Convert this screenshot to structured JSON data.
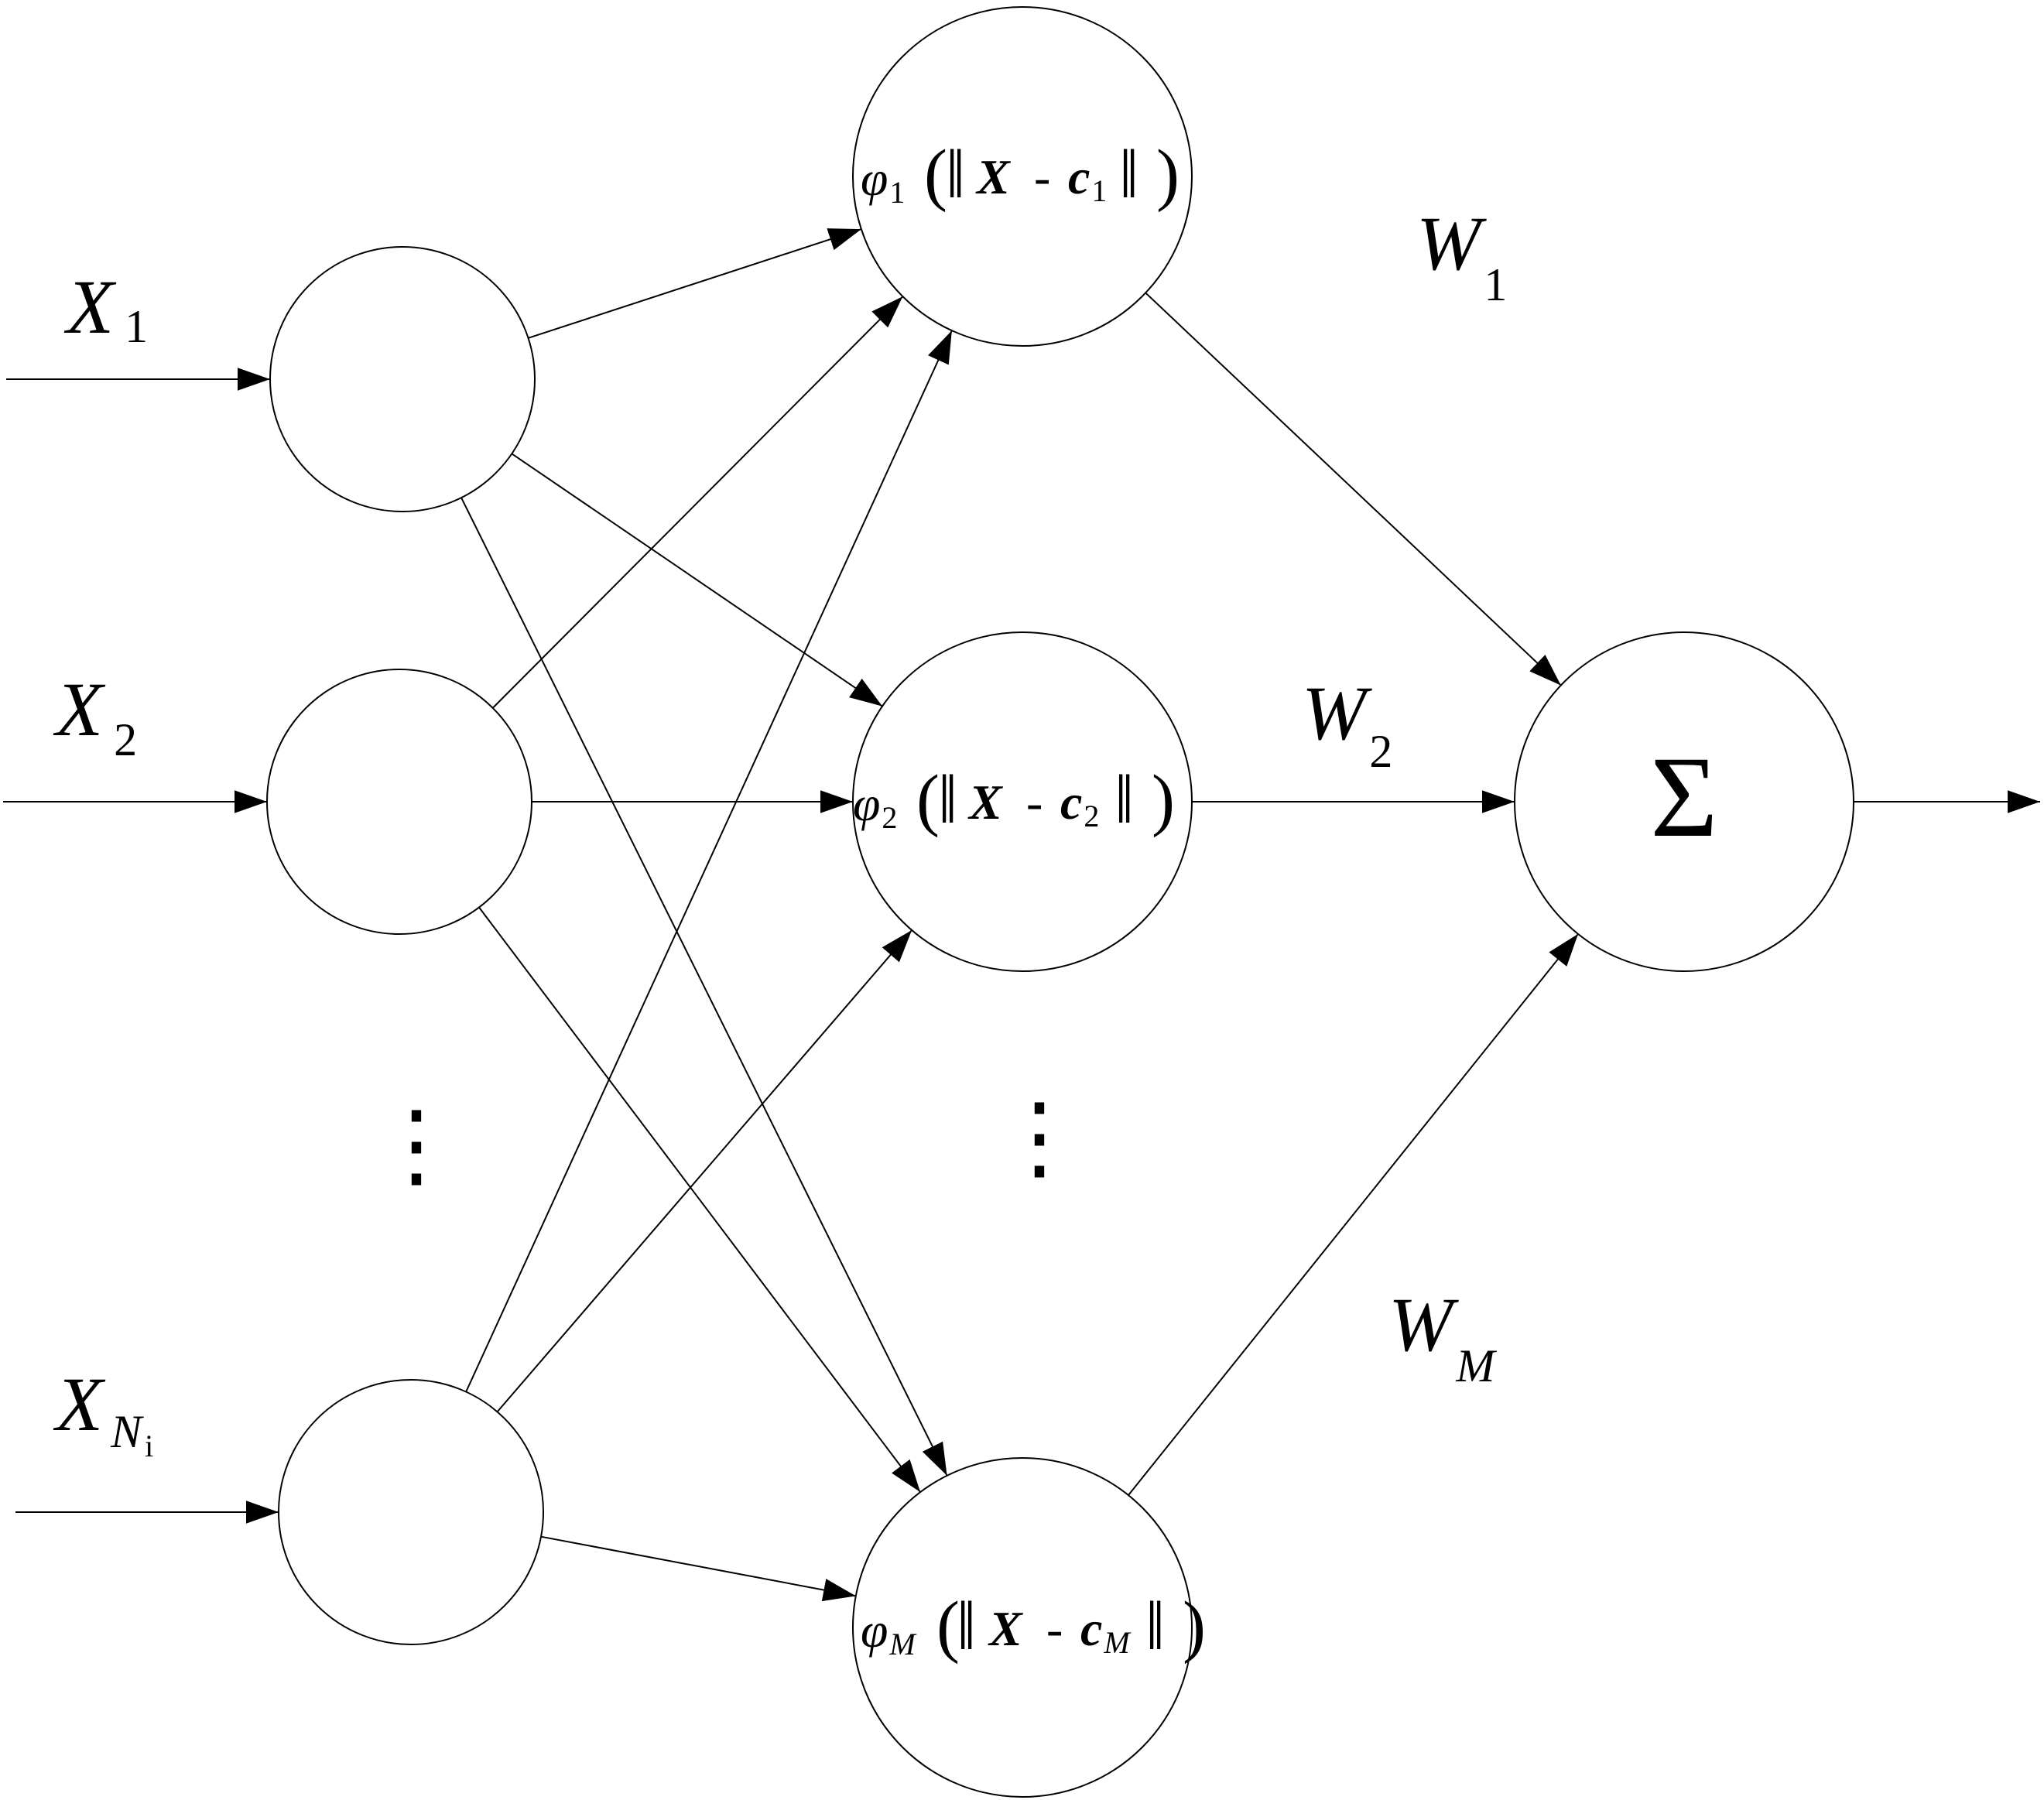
{
  "inputs": [
    {
      "symbol": "X",
      "subscript": "1"
    },
    {
      "symbol": "X",
      "subscript": "2"
    },
    {
      "symbol": "X",
      "subscript": "N",
      "subsubscript": "i"
    }
  ],
  "hidden": [
    {
      "phi": "φ",
      "phi_sub": "1",
      "x": "X",
      "minus": "-",
      "c": "c",
      "c_sub": "1"
    },
    {
      "phi": "φ",
      "phi_sub": "2",
      "x": "X",
      "minus": "-",
      "c": "c",
      "c_sub": "2"
    },
    {
      "phi": "φ",
      "phi_sub": "M",
      "x": "X",
      "minus": "-",
      "c": "c",
      "c_sub": "M"
    }
  ],
  "weights": [
    {
      "symbol": "W",
      "subscript": "1"
    },
    {
      "symbol": "W",
      "subscript": "2"
    },
    {
      "symbol": "W",
      "subscript": "M"
    }
  ],
  "output": {
    "symbol": "Σ"
  },
  "ellipsis": "⋮",
  "colors": {
    "line": "#000000",
    "background": "#ffffff"
  }
}
